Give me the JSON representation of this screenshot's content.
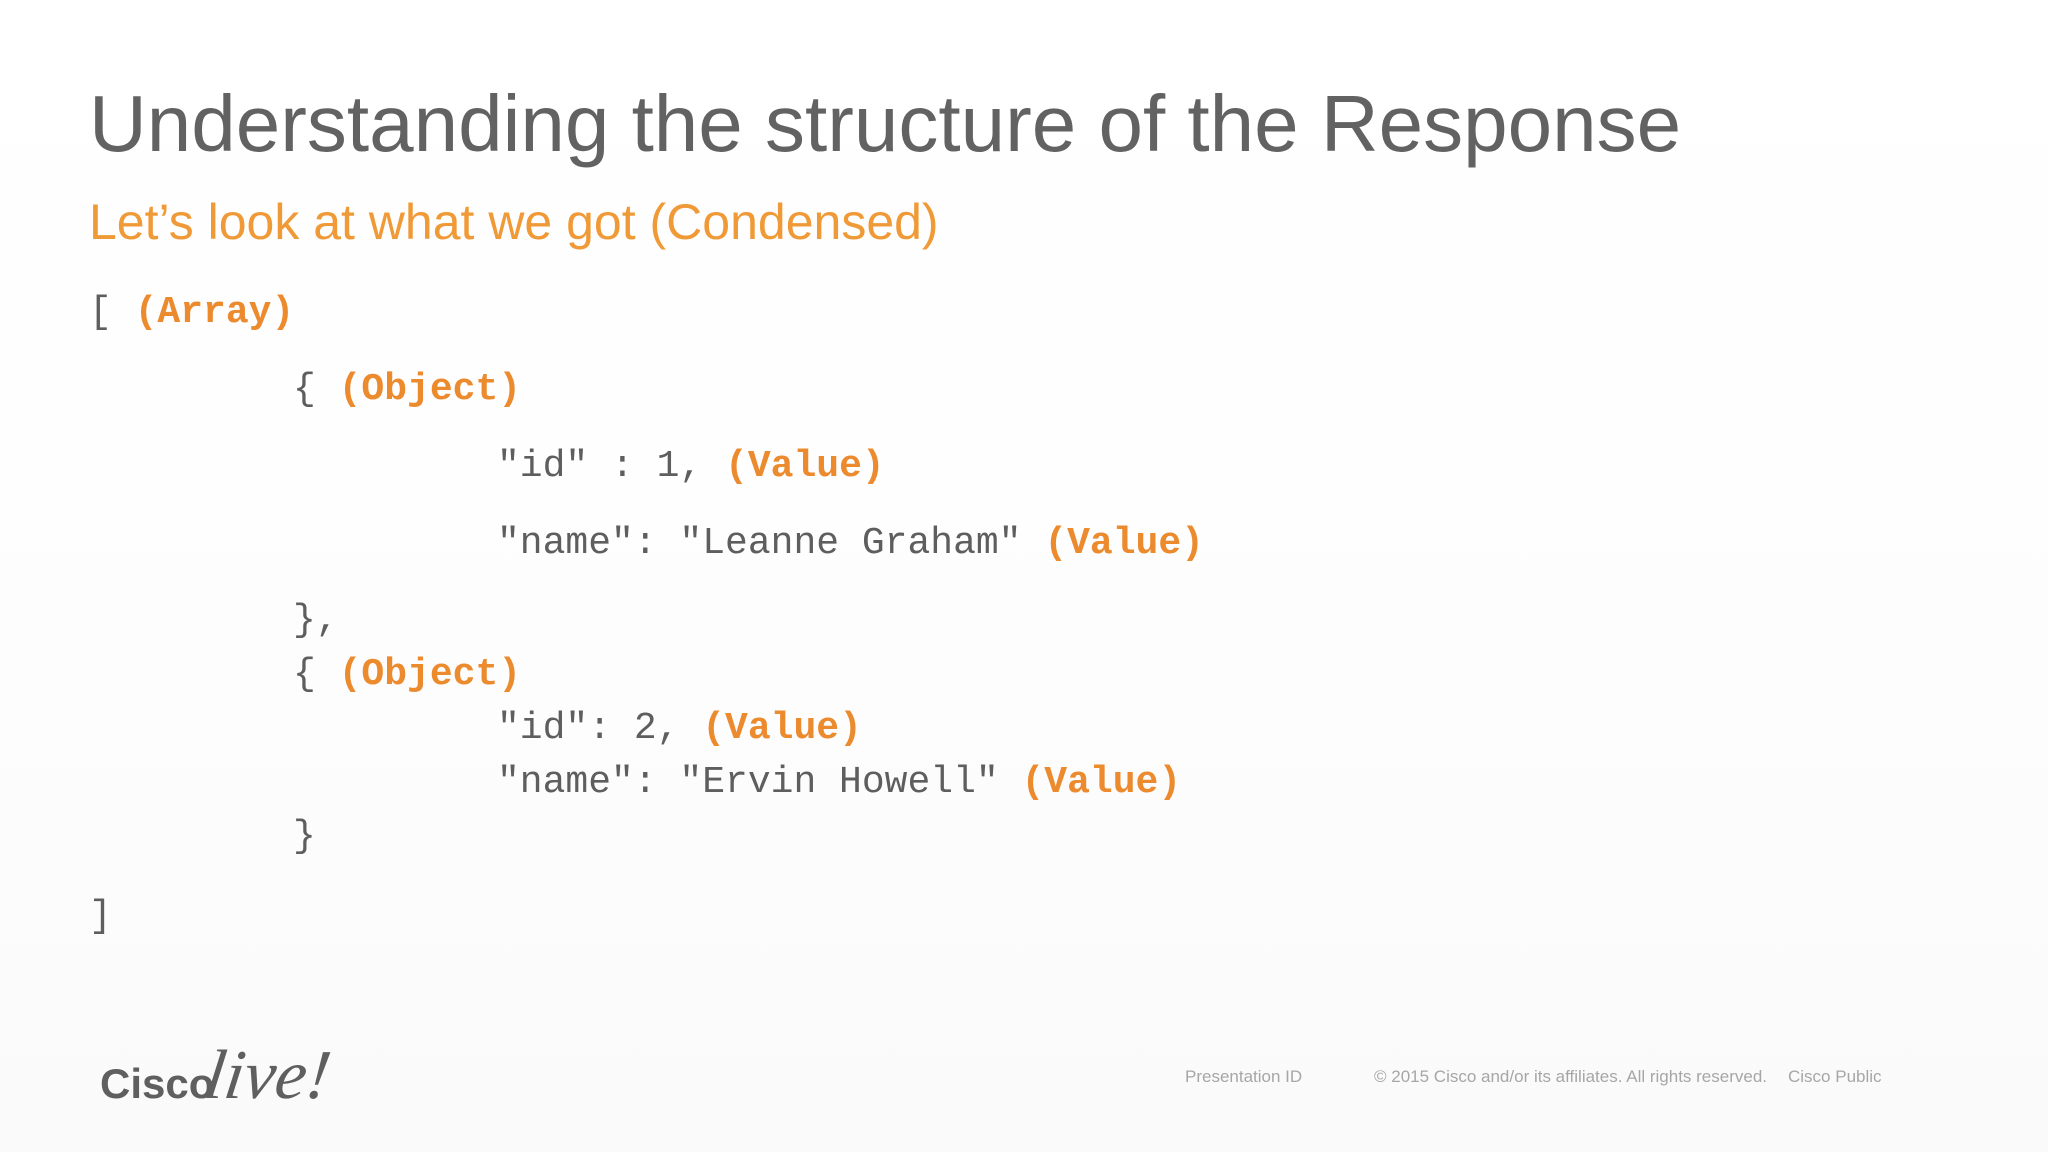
{
  "slide": {
    "title": "Understanding the structure of the Response",
    "subtitle": "Let’s look at what we got (Condensed)"
  },
  "code": {
    "array_open": "[",
    "array_note": "(Array)",
    "object1_open": "{",
    "object1_note": "(Object)",
    "object1_id": "\"id\" : 1,",
    "object1_id_note": "(Value)",
    "object1_name": "\"name\": \"Leanne Graham\"",
    "object1_name_note": "(Value)",
    "object1_close": "},",
    "object2_open": "{",
    "object2_note": "(Object)",
    "object2_id": "\"id\": 2,",
    "object2_id_note": "(Value)",
    "object2_name": "\"name\": \"Ervin Howell\"",
    "object2_name_note": "(Value)",
    "object2_close": "}",
    "array_close": "]"
  },
  "logo": {
    "cisco": "Cisco",
    "live": "live!"
  },
  "footer": {
    "presentation_id": "Presentation ID",
    "copyright": "© 2015  Cisco and/or its affiliates. All rights reserved.",
    "classification": "Cisco Public"
  },
  "colors": {
    "title": "#626262",
    "accent": "#f09a37",
    "code_text": "#5e5e5e",
    "code_note": "#ec8a2e",
    "footer_text": "#a6a6a6"
  }
}
